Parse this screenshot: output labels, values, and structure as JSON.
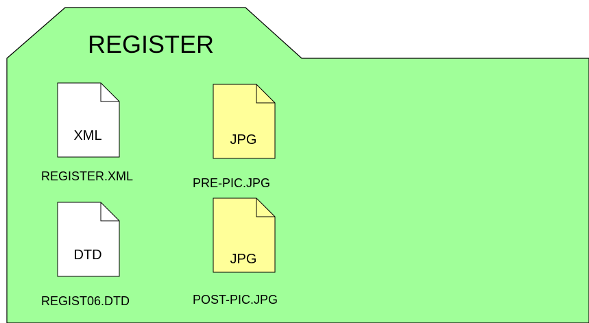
{
  "folder": {
    "title": "REGISTER",
    "fill_color": "#a0ff99"
  },
  "files": [
    {
      "type_label": "XML",
      "name": "REGISTER.XML",
      "fill_color": "#ffffff"
    },
    {
      "type_label": "JPG",
      "name": "PRE-PIC.JPG",
      "fill_color": "#ffff99"
    },
    {
      "type_label": "DTD",
      "name": "REGIST06.DTD",
      "fill_color": "#ffffff"
    },
    {
      "type_label": "JPG",
      "name": "POST-PIC.JPG",
      "fill_color": "#ffff99"
    }
  ]
}
